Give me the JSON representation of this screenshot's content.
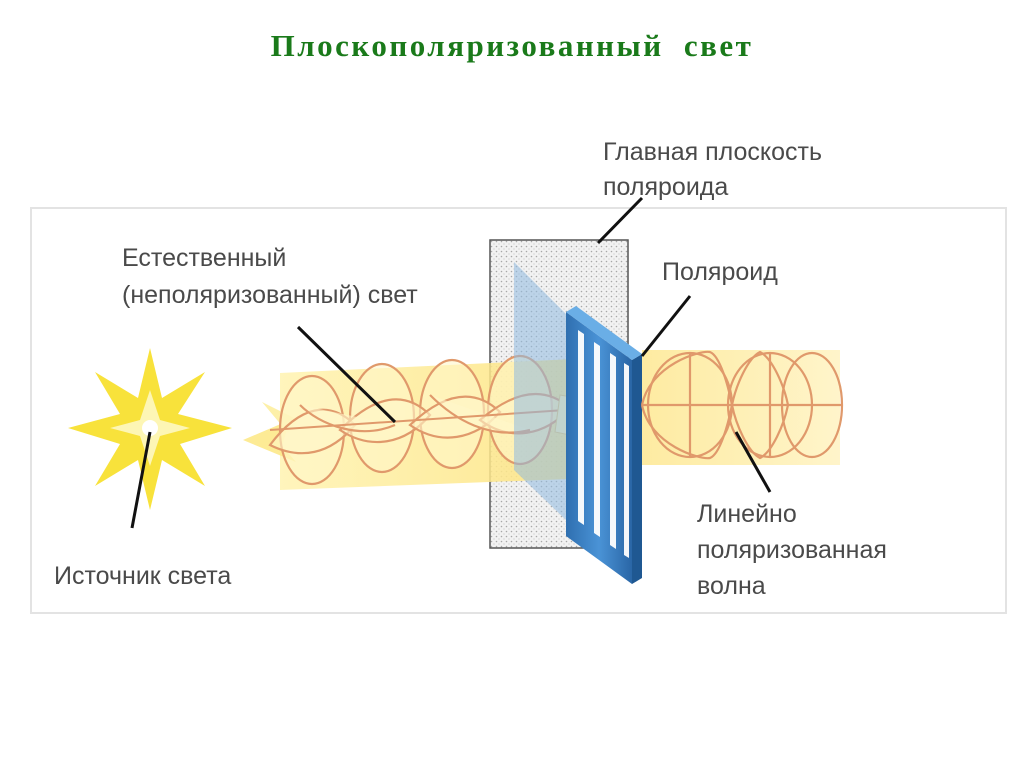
{
  "slide": {
    "title": "Плоскополяризованный  свет",
    "title_color": "#1a7a1a"
  },
  "diagram": {
    "labels": {
      "main_plane_line1": "Главная плоскость",
      "main_plane_line2": "поляроида",
      "natural_line1": "Естественный",
      "natural_line2": "(неполяризованный) свет",
      "polaroid": "Поляроид",
      "linear_line1": "Линейно",
      "linear_line2": "поляризованная",
      "linear_line3": "волна",
      "source": "Источник света"
    },
    "colors": {
      "beam": "#fde98a",
      "wave": "#e0996b",
      "star": "#f7e33a",
      "polaroid": "#3b82c4",
      "label_text": "#4a4a4a"
    }
  }
}
